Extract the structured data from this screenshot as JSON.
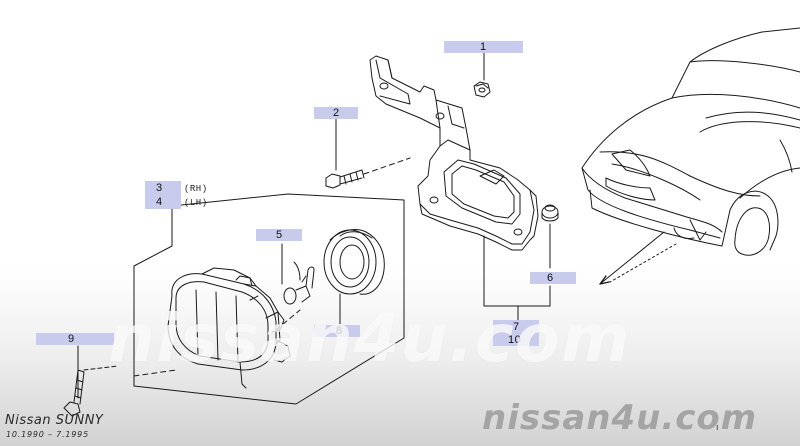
{
  "callouts": [
    {
      "id": "1",
      "label": "1"
    },
    {
      "id": "2",
      "label": "2"
    },
    {
      "id": "3",
      "label": "3",
      "side": "(RH)"
    },
    {
      "id": "4",
      "label": "4",
      "side": "(LH)"
    },
    {
      "id": "5",
      "label": "5"
    },
    {
      "id": "6",
      "label": "6"
    },
    {
      "id": "7",
      "label": "7"
    },
    {
      "id": "8",
      "label": "8"
    },
    {
      "id": "9",
      "label": "9"
    },
    {
      "id": "10",
      "label": "10"
    }
  ],
  "footer": {
    "model": "Nissan SUNNY",
    "years": "10.1990 – 7.1995",
    "watermark_large": "nissan4u.com",
    "watermark_small": "nissan4u.com",
    "corner_mark": "ı"
  },
  "colors": {
    "callout_highlight": "#c9cbec",
    "line_art": "#1a1a1a",
    "footer_gradient": "#d2d2d2"
  }
}
